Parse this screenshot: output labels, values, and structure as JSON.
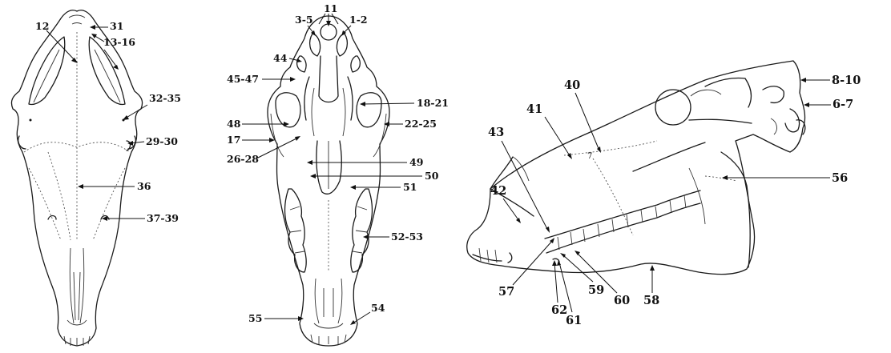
{
  "figure": {
    "panels": [
      {
        "id": "dorsal",
        "labels": [
          "31",
          "12",
          "13-16",
          "32-35",
          "29-30",
          "36",
          "37-39"
        ]
      },
      {
        "id": "ventral",
        "labels": [
          "11",
          "3-5",
          "1-2",
          "44",
          "45-47",
          "18-21",
          "48",
          "22-25",
          "17",
          "26-28",
          "49",
          "50",
          "51",
          "52-53",
          "55",
          "54"
        ]
      },
      {
        "id": "lateral",
        "labels": [
          "40",
          "8-10",
          "6-7",
          "41",
          "43",
          "42",
          "56",
          "57",
          "59",
          "60",
          "58",
          "62",
          "61",
          "7"
        ]
      }
    ]
  }
}
